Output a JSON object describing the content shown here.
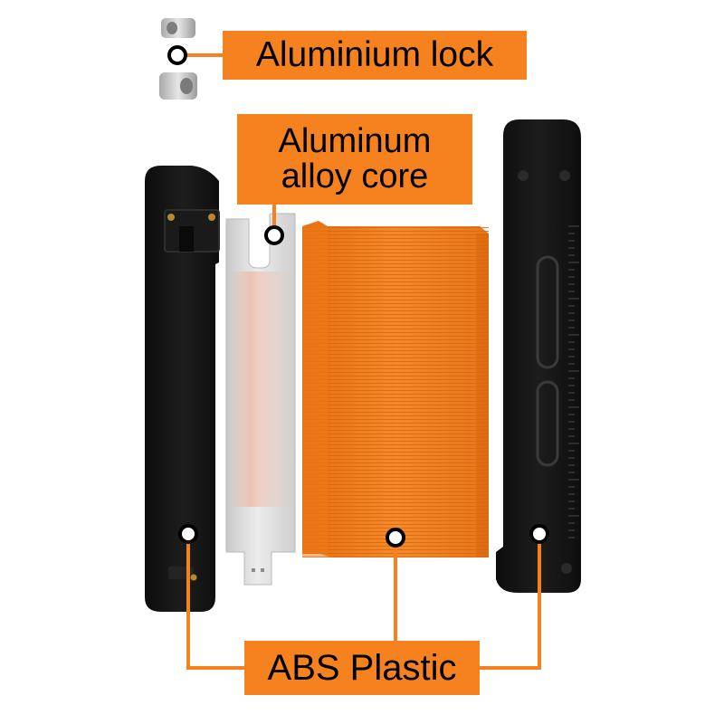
{
  "colors": {
    "accent": "#f5821f",
    "part_black": "#151515",
    "steel": "#d7d7d7",
    "label_text": "#000000"
  },
  "labels": {
    "lock": "Aluminium lock",
    "core_line1": "Aluminum",
    "core_line2": "alloy core",
    "abs": "ABS Plastic"
  }
}
